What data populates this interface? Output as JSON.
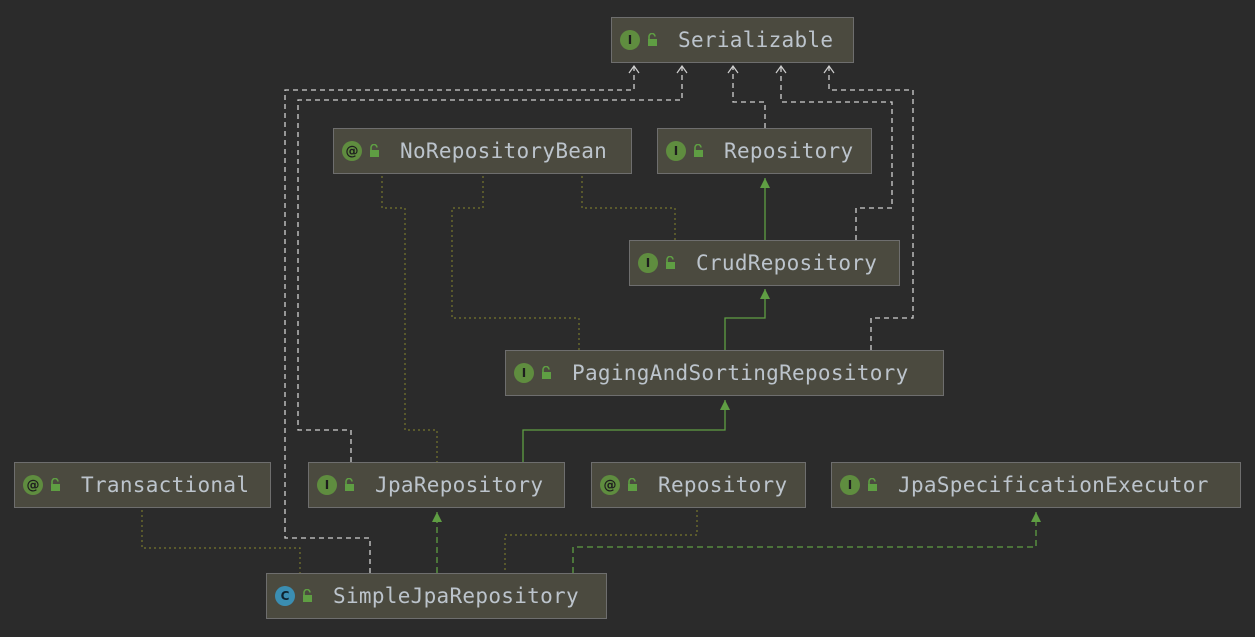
{
  "colors": {
    "background": "#2b2b2b",
    "node_fill": "#4b4a3f",
    "extends_green": "#5f9e43",
    "implements_dashed": "#cfcfcf",
    "annotation_dotted": "#77772e",
    "interface_badge": "#5f8d3f",
    "class_badge": "#3b8eb2"
  },
  "nodes": {
    "serializable": {
      "label": "Serializable",
      "kind": "interface",
      "badge": "I"
    },
    "no_repository_bean": {
      "label": "NoRepositoryBean",
      "kind": "annotation",
      "badge": "@"
    },
    "repository": {
      "label": "Repository",
      "kind": "interface",
      "badge": "I"
    },
    "crud_repository": {
      "label": "CrudRepository",
      "kind": "interface",
      "badge": "I"
    },
    "paging_and_sorting_repository": {
      "label": "PagingAndSortingRepository",
      "kind": "interface",
      "badge": "I"
    },
    "transactional": {
      "label": "Transactional",
      "kind": "annotation",
      "badge": "@"
    },
    "jpa_repository": {
      "label": "JpaRepository",
      "kind": "interface",
      "badge": "I"
    },
    "repository_annotation": {
      "label": "Repository",
      "kind": "annotation",
      "badge": "@"
    },
    "jpa_specification_executor": {
      "label": "JpaSpecificationExecutor",
      "kind": "interface",
      "badge": "I"
    },
    "simple_jpa_repository": {
      "label": "SimpleJpaRepository",
      "kind": "class",
      "badge": "C"
    }
  },
  "icons": {
    "visibility": "unlocked-padlock-icon"
  }
}
